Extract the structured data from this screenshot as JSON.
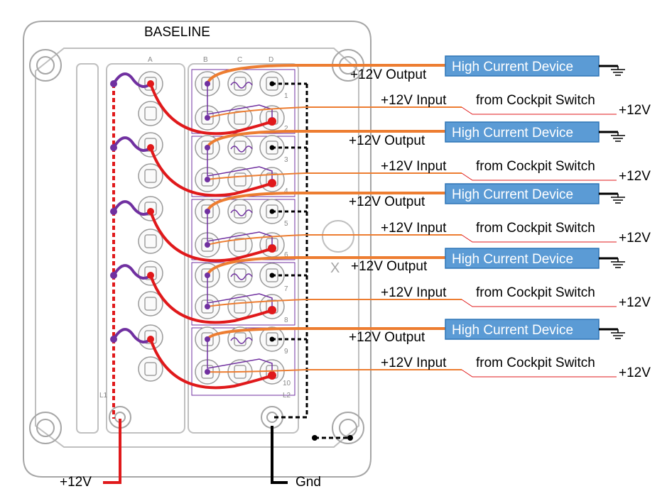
{
  "title": "BASELINE",
  "column_letters": [
    "A",
    "B",
    "C",
    "D"
  ],
  "relay_numbers": [
    "1",
    "2",
    "3",
    "4",
    "5",
    "6",
    "7",
    "8",
    "9",
    "10"
  ],
  "board_marks": {
    "left_bottom": "L1",
    "right_bottom": "L2",
    "x_mark": "X"
  },
  "colors": {
    "power": "#e0191b",
    "ground": "#000000",
    "jumper": "#7030a0",
    "signal": "#ed7d31",
    "device_fill": "#5b9bd5",
    "device_border": "#2e75b6",
    "board_outline": "#a6a6a6"
  },
  "rows": [
    {
      "device_label": "High Current Device",
      "output_label": "+12V Output",
      "input_label": "+12V Input",
      "source_label": "from Cockpit Switch",
      "source_voltage": "+12V"
    },
    {
      "device_label": "High Current Device",
      "output_label": "+12V Output",
      "input_label": "+12V Input",
      "source_label": "from Cockpit Switch",
      "source_voltage": "+12V"
    },
    {
      "device_label": "High Current Device",
      "output_label": "+12V Output",
      "input_label": "+12V Input",
      "source_label": "from Cockpit Switch",
      "source_voltage": "+12V"
    },
    {
      "device_label": "High Current Device",
      "output_label": "+12V Output",
      "input_label": "+12V Input",
      "source_label": "from Cockpit Switch",
      "source_voltage": "+12V"
    },
    {
      "device_label": "High Current Device",
      "output_label": "+12V Output",
      "input_label": "+12V Input",
      "source_label": "from Cockpit Switch",
      "source_voltage": "+12V"
    }
  ],
  "bottom": {
    "power_label": "+12V",
    "ground_label": "Gnd"
  },
  "icons": {
    "ground_symbol": "ground-icon"
  }
}
